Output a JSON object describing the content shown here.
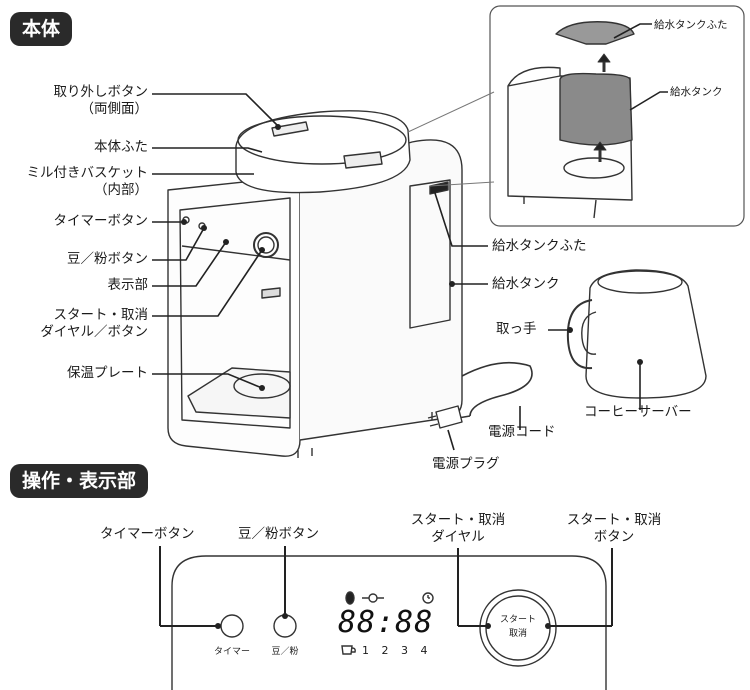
{
  "sections": {
    "main_body": "本体",
    "panel": "操作・表示部"
  },
  "main_labels": {
    "release_button": "取り外しボタン",
    "release_button_note": "（両側面）",
    "body_lid": "本体ふた",
    "mill_basket": "ミル付きバスケット",
    "mill_basket_note": "（内部）",
    "timer_button": "タイマーボタン",
    "bean_powder_button": "豆／粉ボタン",
    "display": "表示部",
    "start_cancel_line1": "スタート・取消",
    "start_cancel_line2": "ダイヤル／ボタン",
    "warming_plate": "保温プレート",
    "tank_lid": "給水タンクふた",
    "tank": "給水タンク",
    "handle": "取っ手",
    "server": "コーヒーサーバー",
    "power_cord": "電源コード",
    "power_plug": "電源プラグ"
  },
  "inset_labels": {
    "tank_lid": "給水タンクふた",
    "tank": "給水タンク"
  },
  "panel_labels": {
    "timer_button": "タイマーボタン",
    "bean_powder_button": "豆／粉ボタン",
    "dial_line1": "スタート・取消",
    "dial_line2": "ダイヤル",
    "button_line1": "スタート・取消",
    "button_line2": "ボタン"
  },
  "panel": {
    "timer_caption": "タイマー",
    "bean_caption": "豆／粉",
    "start_text": "スタート",
    "cancel_text": "取消",
    "time_digits": "88:88",
    "cup_numbers": [
      "1",
      "2",
      "3",
      "4"
    ]
  }
}
